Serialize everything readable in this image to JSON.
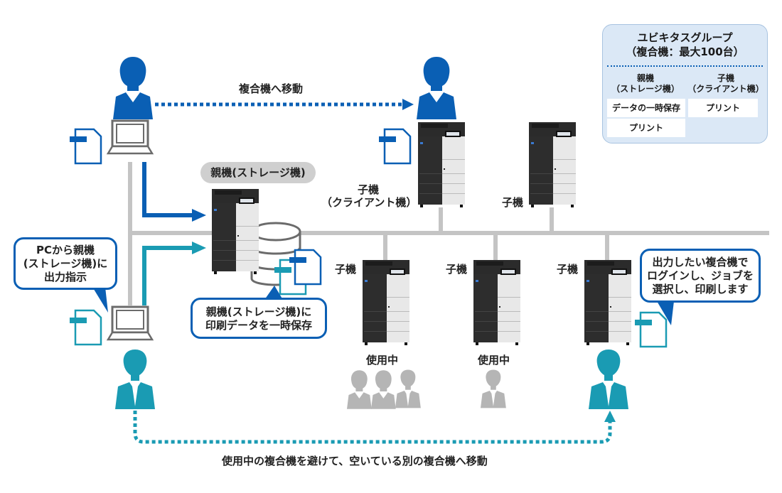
{
  "legend": {
    "title_line1": "ユビキタスグループ",
    "title_line2": "（複合機：最大100台）",
    "col_parent_line1": "親機",
    "col_parent_line2": "（ストレージ機）",
    "col_child_line1": "子機",
    "col_child_line2": "（クライアント機）",
    "parent_functions": [
      "データの一時保存",
      "プリント"
    ],
    "child_functions": [
      "プリント"
    ]
  },
  "labels": {
    "move_to_mfp": "複合機へ移動",
    "parent_pill": "親機(ストレージ機)",
    "client_line1": "子機",
    "client_line2": "（クライアント機）",
    "child": "子機",
    "in_use": "使用中",
    "bottom_move": "使用中の複合機を避けて、空いている別の複合機へ移動"
  },
  "bubbles": {
    "pc_to_parent": [
      "PCから親機",
      "(ストレージ機)に",
      "出力指示"
    ],
    "temp_storage": [
      "親機(ストレージ機)に",
      "印刷データを一時保存"
    ],
    "login_print": [
      "出力したい複合機で",
      "ログインし、ジョブを",
      "選択し、印刷します"
    ]
  },
  "colors": {
    "blue": "#0a5fb4",
    "teal": "#1a9bb3",
    "network_gray": "#c4c4c4",
    "person_gray": "#b5b5b5",
    "legend_bg": "#dbe8f6"
  },
  "icons": {
    "user": "person-icon",
    "laptop": "laptop-icon",
    "document": "document-icon",
    "database": "database-icon",
    "mfp": "printer-icon"
  }
}
